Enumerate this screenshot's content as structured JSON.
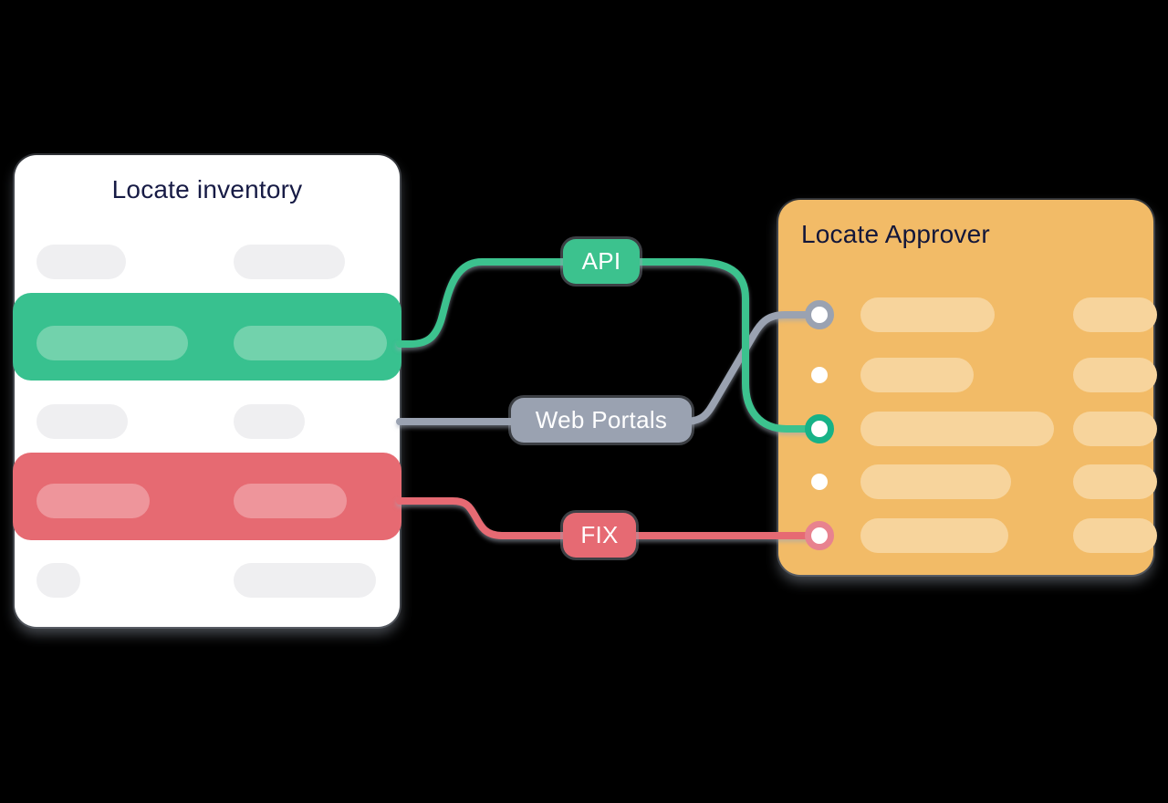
{
  "diagram": {
    "background_color": "#000000",
    "inventory_panel": {
      "title": "Locate inventory",
      "rows": [
        {
          "type": "plain-row"
        },
        {
          "type": "highlighted-row",
          "highlight_color": "#38c18f"
        },
        {
          "type": "plain-row"
        },
        {
          "type": "highlighted-row",
          "highlight_color": "#e66a72"
        },
        {
          "type": "plain-row"
        }
      ]
    },
    "approver_panel": {
      "title": "Locate Approver",
      "ports": [
        {
          "type": "ring",
          "color": "#9aa2b1"
        },
        {
          "type": "dot",
          "color": "#ffffff"
        },
        {
          "type": "ring",
          "color": "#17b287"
        },
        {
          "type": "dot",
          "color": "#ffffff"
        },
        {
          "type": "ring",
          "color": "#e8828f"
        }
      ]
    },
    "connectors": [
      {
        "label": "API",
        "color": "#3cc28e"
      },
      {
        "label": "Web Portals",
        "color": "#9aa2b1"
      },
      {
        "label": "FIX",
        "color": "#e66a73"
      }
    ],
    "colors": {
      "panel_white": "#ffffff",
      "panel_orange": "#f2bb67",
      "pill_gray": "#efeff1",
      "pill_light_green": "#72d2ac",
      "pill_light_red": "#ee959b",
      "pill_light_orange": "#f7d49c",
      "band_green": "#38c18f",
      "band_red": "#e66a72",
      "title_navy": "#171b45"
    }
  }
}
